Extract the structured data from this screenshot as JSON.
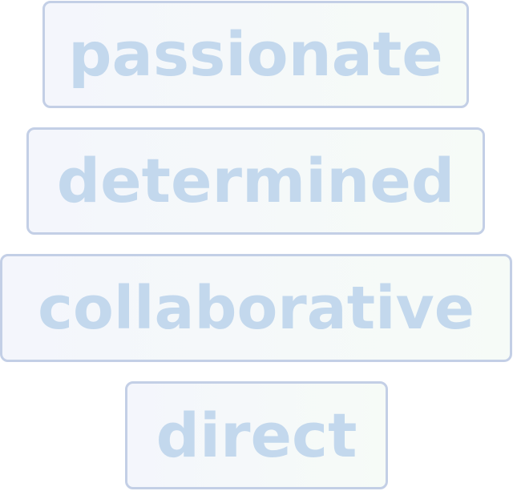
{
  "chips": [
    {
      "label": "passionate"
    },
    {
      "label": "determined"
    },
    {
      "label": "collaborative"
    },
    {
      "label": "direct"
    }
  ],
  "colors": {
    "border": "#c3cfe6",
    "text": "#c3d8ed",
    "fill_left": "#f4f6fc",
    "fill_right": "#f6fbf7"
  }
}
